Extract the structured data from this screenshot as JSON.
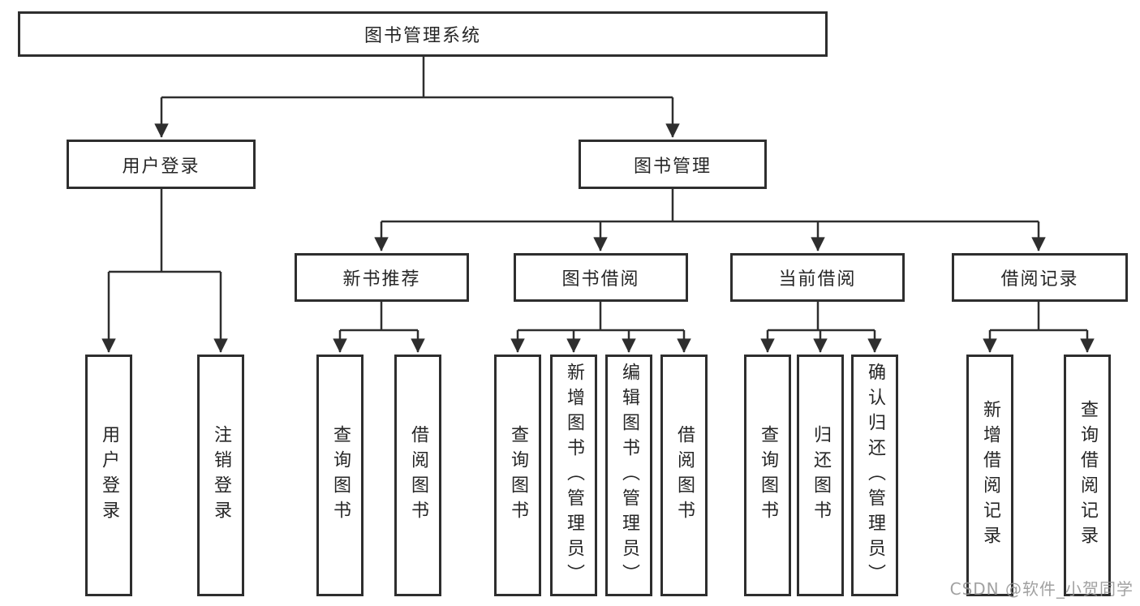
{
  "diagram": {
    "type": "tree",
    "title": "图书管理系统",
    "watermark": "CSDN @软件_小贺同学",
    "colors": {
      "line": "#2e2e2e",
      "box_border": "#2e2e2e",
      "box_background": "#ffffff",
      "text": "#262626",
      "watermark": "#919191"
    }
  },
  "nodes": {
    "root": {
      "label": "图书管理系统"
    },
    "user_login": {
      "label": "用户登录"
    },
    "book_management": {
      "label": "图书管理"
    },
    "new_book_recommend": {
      "label": "新书推荐"
    },
    "book_borrowing": {
      "label": "图书借阅"
    },
    "current_borrowing": {
      "label": "当前借阅"
    },
    "borrowing_records": {
      "label": "借阅记录"
    },
    "leaf_user_login": {
      "label": "用户登录"
    },
    "leaf_logout": {
      "label": "注销登录"
    },
    "leaf_rec_query_book": {
      "label": "查询图书"
    },
    "leaf_rec_borrow_book": {
      "label": "借阅图书"
    },
    "leaf_bb_query_book": {
      "label": "查询图书"
    },
    "leaf_bb_add_book": {
      "label": "新增图书（管理员）"
    },
    "leaf_bb_edit_book": {
      "label": "编辑图书（管理员）"
    },
    "leaf_bb_borrow_book": {
      "label": "借阅图书"
    },
    "leaf_cb_query_book": {
      "label": "查询图书"
    },
    "leaf_cb_return_book": {
      "label": "归还图书"
    },
    "leaf_cb_confirm_return": {
      "label": "确认归还（管理员）"
    },
    "leaf_br_add_record": {
      "label": "新增借阅记录"
    },
    "leaf_br_query_record": {
      "label": "查询借阅记录"
    }
  },
  "edges": [
    {
      "from": "root",
      "to": [
        "user_login",
        "book_management"
      ]
    },
    {
      "from": "user_login",
      "to": [
        "leaf_user_login",
        "leaf_logout"
      ]
    },
    {
      "from": "book_management",
      "to": [
        "new_book_recommend",
        "book_borrowing",
        "current_borrowing",
        "borrowing_records"
      ]
    },
    {
      "from": "new_book_recommend",
      "to": [
        "leaf_rec_query_book",
        "leaf_rec_borrow_book"
      ]
    },
    {
      "from": "book_borrowing",
      "to": [
        "leaf_bb_query_book",
        "leaf_bb_add_book",
        "leaf_bb_edit_book",
        "leaf_bb_borrow_book"
      ]
    },
    {
      "from": "current_borrowing",
      "to": [
        "leaf_cb_query_book",
        "leaf_cb_return_book",
        "leaf_cb_confirm_return"
      ]
    },
    {
      "from": "borrowing_records",
      "to": [
        "leaf_br_add_record",
        "leaf_br_query_record"
      ]
    }
  ]
}
